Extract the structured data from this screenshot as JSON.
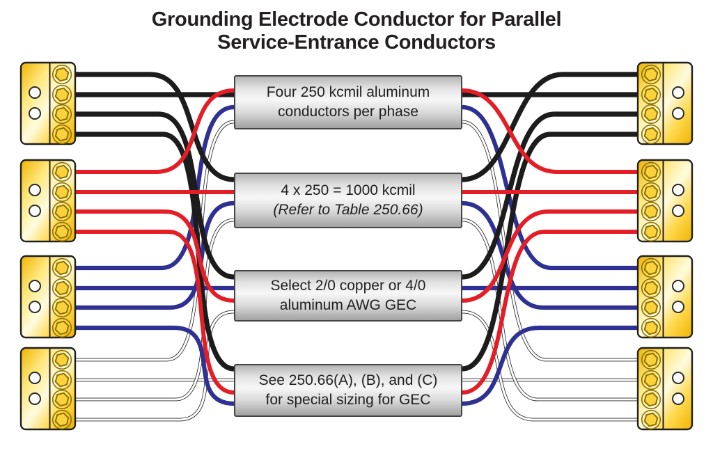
{
  "title": {
    "line1": "Grounding Electrode Conductor for Parallel",
    "line2": "Service-Entrance Conductors"
  },
  "labels": [
    {
      "line1": "Four 250 kcmil aluminum",
      "line2": "conductors per phase",
      "italic2": false
    },
    {
      "line1": "4 x 250 = 1000 kcmil",
      "line2": "(Refer to Table 250.66)",
      "italic2": true
    },
    {
      "line1": "Select 2/0 copper or 4/0",
      "line2": "aluminum AWG GEC",
      "italic2": false
    },
    {
      "line1": "See 250.66(A), (B), and (C)",
      "line2": "for special sizing for GEC",
      "italic2": false
    }
  ],
  "colors": {
    "black_wire": "#1c1c1c",
    "red_wire": "#e31e26",
    "blue_wire": "#2e3192",
    "white_wire_outline": "#2a2a2a",
    "white_wire_fill": "#ffffff",
    "gold_dark": "#efb300",
    "gold_mid": "#ffd94e",
    "gold_light": "#fffbe0",
    "bolt_fill": "#fbd23c",
    "bolt_stroke": "#8a7000",
    "block_border": "#1f1f1f",
    "hole_fill": "#ffffff",
    "box_border": "#454545",
    "title_color": "#231f20"
  },
  "wiring": {
    "note": "four conductors of each phase color fan out, one behind each label box, left terminals to right terminals",
    "groups": [
      {
        "color_name": "black",
        "wires_to_boxes": [
          1,
          0,
          2,
          3
        ]
      },
      {
        "color_name": "red",
        "wires_to_boxes": [
          0,
          1,
          2,
          3
        ]
      },
      {
        "color_name": "blue",
        "wires_to_boxes": [
          0,
          2,
          1,
          3
        ]
      },
      {
        "color_name": "white",
        "wires_to_boxes": [
          0,
          3,
          1,
          2
        ]
      }
    ]
  },
  "terminals": {
    "left_blocks": [
      "black-phase-lugs",
      "red-phase-lugs",
      "blue-phase-lugs",
      "white-phase-lugs"
    ],
    "right_blocks": [
      "black-phase-lugs",
      "red-phase-lugs",
      "blue-phase-lugs",
      "white-phase-lugs"
    ],
    "bolts_per_block": 4,
    "holes_per_block": 2
  }
}
